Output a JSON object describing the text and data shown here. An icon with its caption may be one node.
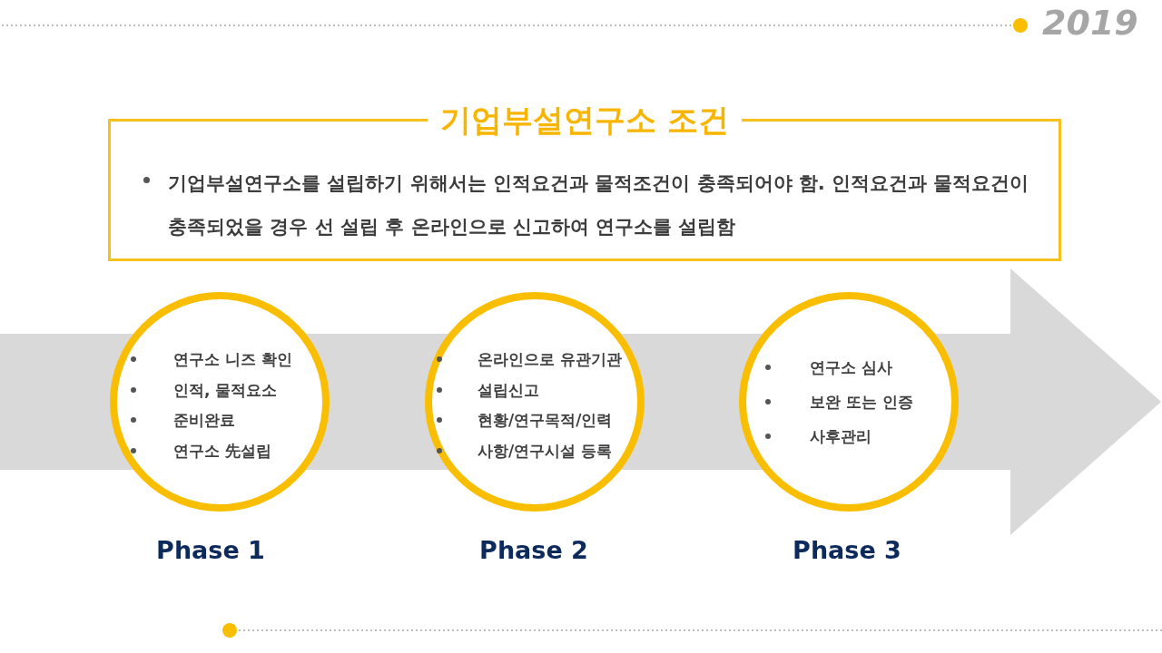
{
  "diagram": {
    "nodes": [
      {
        "text": [
          "기업부설연구소 조건",
          "기업부설연구소를 설립하기 위해서는 인적요건과 물적조건이 충족되어야 함. 인적요건과 물적요건이 충족되었을 경우 선 설립 후 온라인으로 신고하여 연구소를 설립함"
        ]
      },
      {
        "text": [
          "연구소 니즈 확인",
          "인적, 물적요소",
          "준비완료",
          "연구소 先설립"
        ],
        "beside": [
          "Phase 1"
        ]
      },
      {
        "text": [
          "온라인으로 유관기관",
          "설립신고",
          "현황/연구목적/인력",
          "사항/연구시설 등록"
        ],
        "beside": [
          "Phase 2"
        ]
      },
      {
        "text": [
          "연구소 심사",
          "보완 또는 인증",
          "사후관리"
        ],
        "beside": [
          "Phase 3"
        ]
      }
    ],
    "edges": [
      {
        "from": null,
        "to": 1,
        "arrow": "none"
      },
      {
        "from": 1,
        "to": 2,
        "arrow": "none"
      },
      {
        "from": 2,
        "to": 3,
        "arrow": "none"
      },
      {
        "from": 3,
        "to": null,
        "arrow": "to"
      }
    ],
    "labels": [
      "2019"
    ]
  }
}
